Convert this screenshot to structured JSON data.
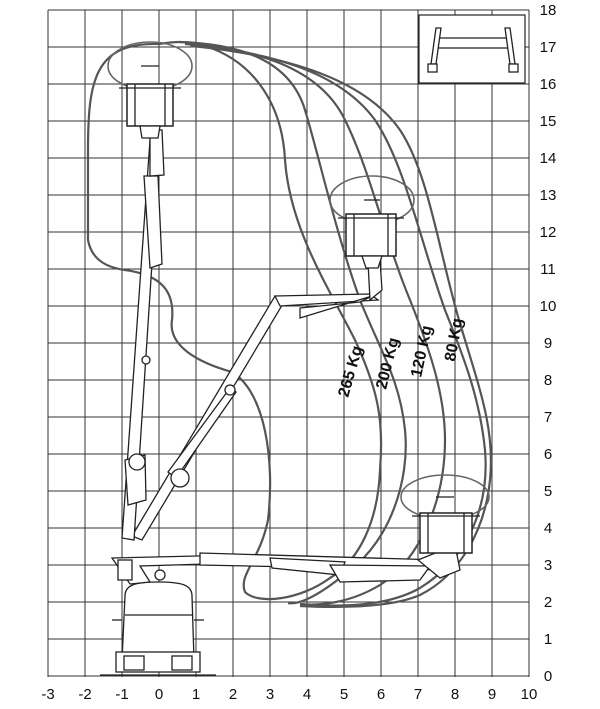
{
  "diagram": {
    "x_ticks": [
      "-3",
      "-2",
      "-1",
      "0",
      "1",
      "2",
      "3",
      "4",
      "5",
      "6",
      "7",
      "8",
      "9",
      "10"
    ],
    "y_ticks": [
      "0",
      "1",
      "2",
      "3",
      "4",
      "5",
      "6",
      "7",
      "8",
      "9",
      "10",
      "11",
      "12",
      "13",
      "14",
      "15",
      "16",
      "17",
      "18"
    ],
    "load_curves": [
      {
        "label": "265 Kg"
      },
      {
        "label": "200 Kg"
      },
      {
        "label": "120 Kg"
      },
      {
        "label": "80 Kg"
      }
    ]
  }
}
